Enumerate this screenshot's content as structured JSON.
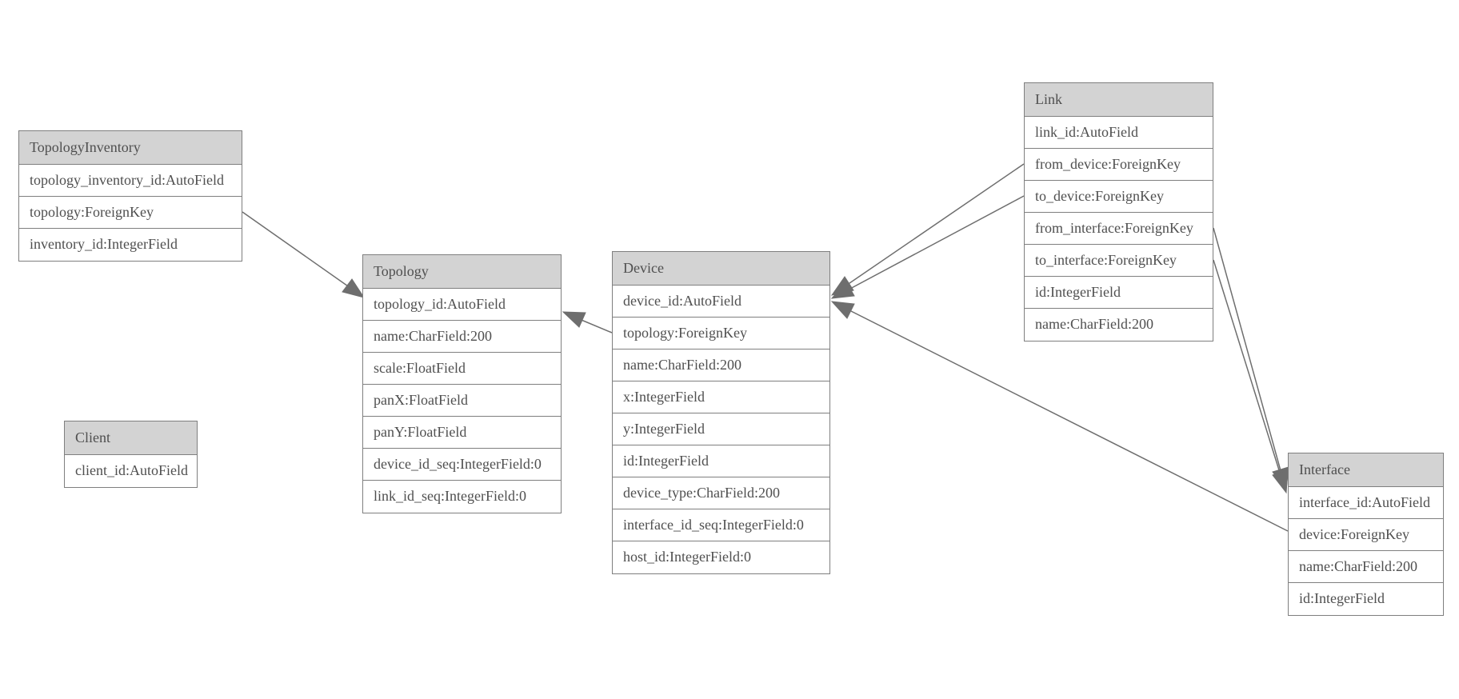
{
  "diagram": {
    "type": "entity-relationship-model",
    "colors": {
      "header_fill": "#d3d3d3",
      "border": "#7f7f7f",
      "text": "#4f4f4f",
      "connector_line": "#6e6e6e",
      "background": "#ffffff"
    },
    "entities": [
      {
        "title": "TopologyInventory",
        "fields": [
          "topology_inventory_id:AutoField",
          "topology:ForeignKey",
          "inventory_id:IntegerField"
        ]
      },
      {
        "title": "Topology",
        "fields": [
          "topology_id:AutoField",
          "name:CharField:200",
          "scale:FloatField",
          "panX:FloatField",
          "panY:FloatField",
          "device_id_seq:IntegerField:0",
          "link_id_seq:IntegerField:0"
        ]
      },
      {
        "title": "Client",
        "fields": [
          "client_id:AutoField"
        ]
      },
      {
        "title": "Device",
        "fields": [
          "device_id:AutoField",
          "topology:ForeignKey",
          "name:CharField:200",
          "x:IntegerField",
          "y:IntegerField",
          "id:IntegerField",
          "device_type:CharField:200",
          "interface_id_seq:IntegerField:0",
          "host_id:IntegerField:0"
        ]
      },
      {
        "title": "Link",
        "fields": [
          "link_id:AutoField",
          "from_device:ForeignKey",
          "to_device:ForeignKey",
          "from_interface:ForeignKey",
          "to_interface:ForeignKey",
          "id:IntegerField",
          "name:CharField:200"
        ]
      },
      {
        "title": "Interface",
        "fields": [
          "interface_id:AutoField",
          "device:ForeignKey",
          "name:CharField:200",
          "id:IntegerField"
        ]
      }
    ],
    "connections": [
      {
        "from": "TopologyInventory.topology",
        "to": "Topology.topology_id"
      },
      {
        "from": "Device.topology",
        "to": "Topology.topology_id"
      },
      {
        "from": "Link.from_device",
        "to": "Device.device_id"
      },
      {
        "from": "Link.to_device",
        "to": "Device.device_id"
      },
      {
        "from": "Link.from_interface",
        "to": "Interface.interface_id"
      },
      {
        "from": "Link.to_interface",
        "to": "Interface.interface_id"
      },
      {
        "from": "Interface.device",
        "to": "Device.device_id"
      }
    ]
  }
}
